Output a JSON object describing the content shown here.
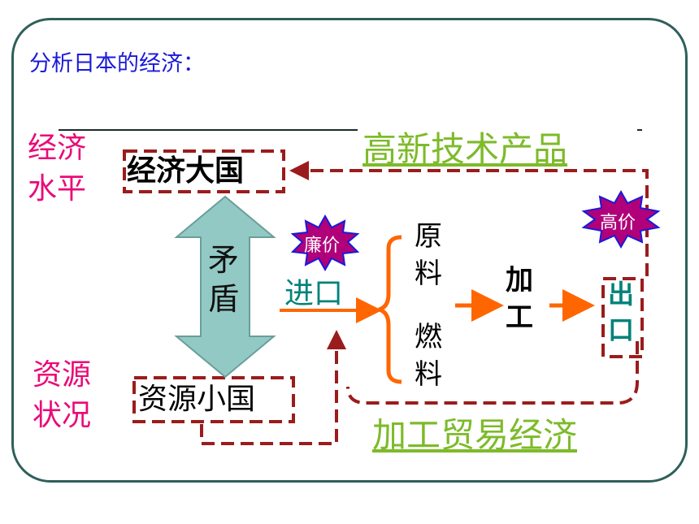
{
  "title": "分析日本的经济：",
  "left_labels": {
    "economic_level": "经济水平",
    "resource_status": "资源状况"
  },
  "boxes": {
    "economic_power": "经济大国",
    "resource_poor": "资源小国"
  },
  "conflict": "矛盾",
  "flow": {
    "import": "进口",
    "raw_materials": "原料",
    "fuel": "燃料",
    "processing": "加工",
    "export": "出口"
  },
  "badges": {
    "cheap": "廉价",
    "high_price": "高价"
  },
  "products": {
    "high_tech": "高新技术产品",
    "processing_trade": "加工贸易经济"
  },
  "colors": {
    "frame": "#2f5f5a",
    "title": "#1a1ad8",
    "pink": "#ea0a78",
    "green": "#7dbb2a",
    "teal": "#00827a",
    "orange": "#ff6600",
    "dash": "#9b1c1c",
    "badge": "#b0007a",
    "double_arrow": "#93c9c5"
  }
}
